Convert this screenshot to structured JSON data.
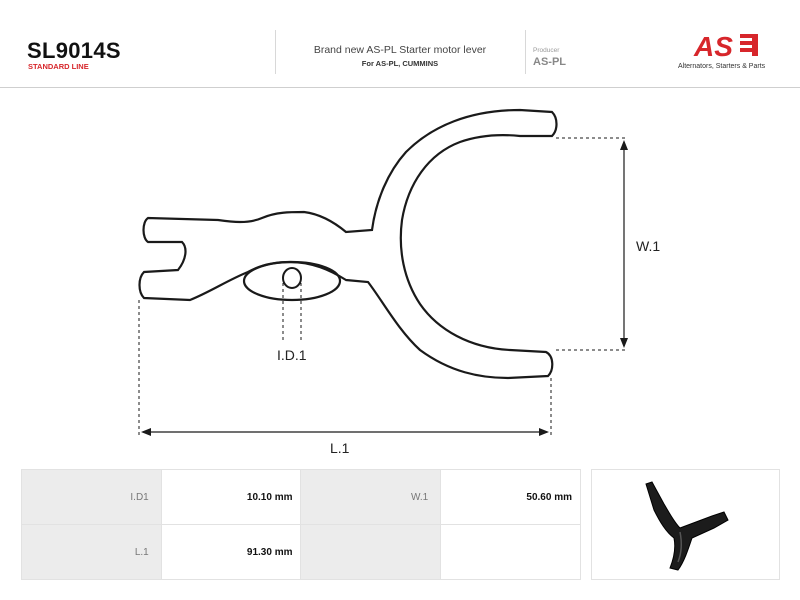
{
  "header": {
    "code": "SL9014S",
    "line": "STANDARD LINE",
    "description": "Brand new AS-PL Starter motor lever",
    "subtitle": "For AS-PL, CUMMINS",
    "producer_label": "Producer",
    "producer": "AS-PL",
    "logo_text": "AS",
    "tagline": "Alternators, Starters & Parts"
  },
  "drawing": {
    "labels": {
      "width": "W.1",
      "inner_diameter": "I.D.1",
      "length": "L.1"
    }
  },
  "specs": [
    {
      "label": "I.D1",
      "value": "10.10 mm",
      "label2": "W.1",
      "value2": "50.60 mm"
    },
    {
      "label": "L.1",
      "value": "91.30 mm",
      "label2": "",
      "value2": ""
    }
  ],
  "colors": {
    "brand_red": "#d7262b",
    "outline": "#1a1a1a"
  }
}
